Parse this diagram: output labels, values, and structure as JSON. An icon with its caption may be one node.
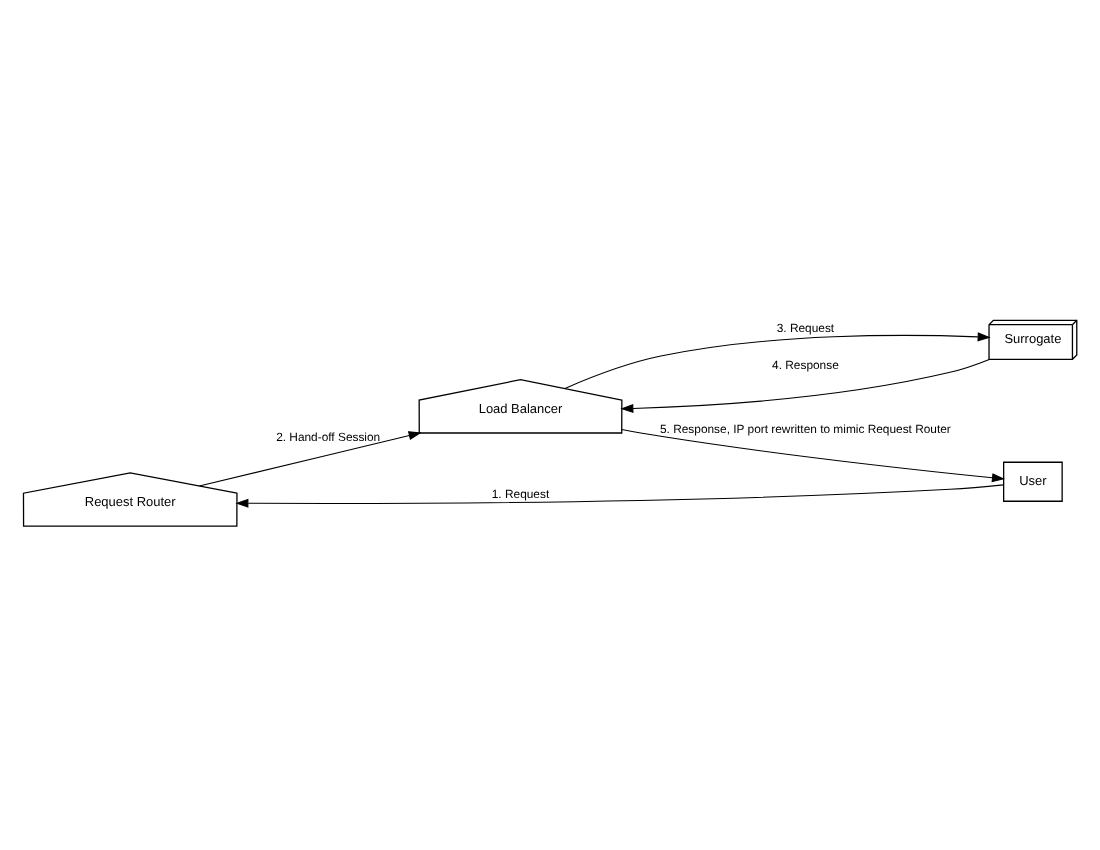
{
  "diagram": {
    "nodes": [
      {
        "text": [
          "Request Router"
        ]
      },
      {
        "text": [
          "Load Balancer"
        ]
      },
      {
        "text": [
          "Surrogate"
        ]
      },
      {
        "text": [
          "User"
        ]
      }
    ],
    "edges": [
      {
        "from": 3,
        "to": 0,
        "arrow": "to",
        "label": "1. Request"
      },
      {
        "from": 0,
        "to": 1,
        "arrow": "to",
        "label": "2. Hand-off Session"
      },
      {
        "from": 1,
        "to": 2,
        "arrow": "to",
        "label": "3. Request"
      },
      {
        "from": 2,
        "to": 1,
        "arrow": "to",
        "label": "4. Response"
      },
      {
        "from": 1,
        "to": 3,
        "arrow": "to",
        "label": "5. Response, IP port rewritten to mimic Request Router"
      }
    ]
  }
}
